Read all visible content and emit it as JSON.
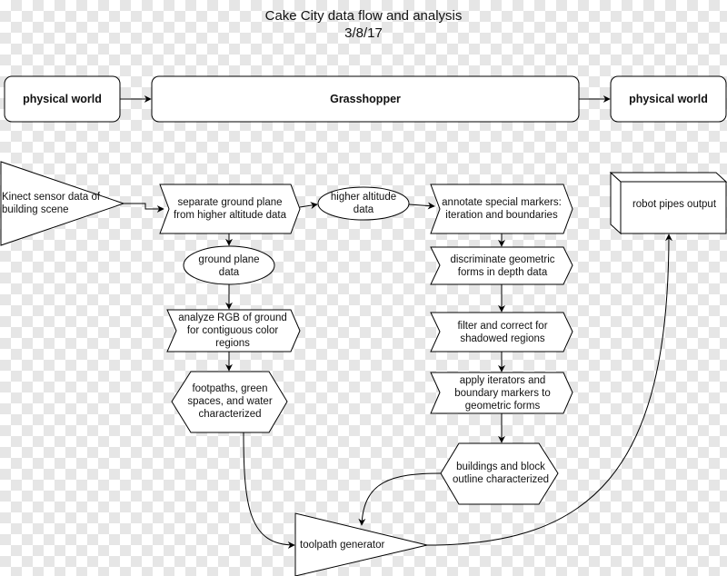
{
  "title": "Cake City data flow and analysis",
  "date": "3/8/17",
  "stages": {
    "input": "physical world",
    "process": "Grasshopper",
    "output": "physical world"
  },
  "nodes": {
    "kinect": "Kinect sensor data of building scene",
    "separate": "separate ground plane from higher altitude data",
    "higher_alt": "higher altitude data",
    "annotate": "annotate special markers: iteration and boundaries",
    "robot": "robot pipes output",
    "ground_plane": "ground plane data",
    "discriminate": "discriminate geometric forms in depth data",
    "analyze_rgb": "analyze RGB of ground for contiguous color regions",
    "filter": "filter and correct for shadowed regions",
    "footpaths": "footpaths, green spaces, and water characterized",
    "apply_iter": "apply iterators and boundary markers to geometric forms",
    "buildings": "buildings and block outline characterized",
    "toolpath": "toolpath generator"
  },
  "colors": {
    "stroke": "#000000",
    "fill": "#ffffff",
    "text": "#111111"
  }
}
